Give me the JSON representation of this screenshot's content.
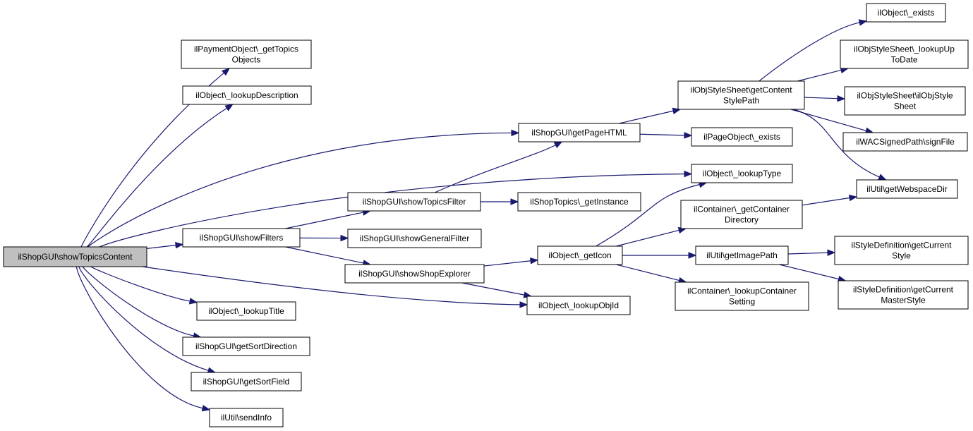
{
  "colors": {
    "edge": "#191970",
    "root_fill": "#bfbfbf",
    "node_fill": "#ffffff",
    "node_border": "#000000"
  },
  "nodes": {
    "n1": {
      "lines": [
        "ilShopGUI\\showTopicsContent"
      ]
    },
    "n2": {
      "lines": [
        "ilPaymentObject\\_getTopics",
        "Objects"
      ]
    },
    "n3": {
      "lines": [
        "ilObject\\_lookupDescription"
      ]
    },
    "n4": {
      "lines": [
        "ilShopGUI\\showFilters"
      ]
    },
    "n5": {
      "lines": [
        "ilObject\\_lookupTitle"
      ]
    },
    "n6": {
      "lines": [
        "ilShopGUI\\getSortDirection"
      ]
    },
    "n7": {
      "lines": [
        "ilShopGUI\\getSortField"
      ]
    },
    "n8": {
      "lines": [
        "ilUtil\\sendInfo"
      ]
    },
    "n9": {
      "lines": [
        "ilShopGUI\\showTopicsFilter"
      ]
    },
    "n10": {
      "lines": [
        "ilShopGUI\\showGeneralFilter"
      ]
    },
    "n11": {
      "lines": [
        "ilShopGUI\\showShopExplorer"
      ]
    },
    "n12": {
      "lines": [
        "ilShopGUI\\getPageHTML"
      ]
    },
    "n13": {
      "lines": [
        "ilShopTopics\\_getInstance"
      ]
    },
    "n14": {
      "lines": [
        "ilObject\\_getIcon"
      ]
    },
    "n15": {
      "lines": [
        "ilObject\\_lookupObjId"
      ]
    },
    "n16": {
      "lines": [
        "ilObjStyleSheet\\getContent",
        "StylePath"
      ]
    },
    "n17": {
      "lines": [
        "ilPageObject\\_exists"
      ]
    },
    "n18": {
      "lines": [
        "ilObject\\_lookupType"
      ]
    },
    "n19": {
      "lines": [
        "ilContainer\\_getContainer",
        "Directory"
      ]
    },
    "n20": {
      "lines": [
        "ilUtil\\getImagePath"
      ]
    },
    "n21": {
      "lines": [
        "ilContainer\\_lookupContainer",
        "Setting"
      ]
    },
    "n22": {
      "lines": [
        "ilObject\\_exists"
      ]
    },
    "n23": {
      "lines": [
        "ilObjStyleSheet\\_lookupUp",
        "ToDate"
      ]
    },
    "n24": {
      "lines": [
        "ilObjStyleSheet\\ilObjStyle",
        "Sheet"
      ]
    },
    "n25": {
      "lines": [
        "ilWACSignedPath\\signFile"
      ]
    },
    "n26": {
      "lines": [
        "ilUtil\\getWebspaceDir"
      ]
    },
    "n27": {
      "lines": [
        "ilStyleDefinition\\getCurrent",
        "Style"
      ]
    },
    "n28": {
      "lines": [
        "ilStyleDefinition\\getCurrent",
        "MasterStyle"
      ]
    }
  },
  "edges": [
    [
      "n1",
      "n2"
    ],
    [
      "n1",
      "n3"
    ],
    [
      "n1",
      "n12"
    ],
    [
      "n1",
      "n18"
    ],
    [
      "n1",
      "n4"
    ],
    [
      "n1",
      "n15"
    ],
    [
      "n1",
      "n5"
    ],
    [
      "n1",
      "n6"
    ],
    [
      "n1",
      "n7"
    ],
    [
      "n1",
      "n8"
    ],
    [
      "n4",
      "n9"
    ],
    [
      "n4",
      "n10"
    ],
    [
      "n4",
      "n11"
    ],
    [
      "n9",
      "n12"
    ],
    [
      "n9",
      "n13"
    ],
    [
      "n11",
      "n14"
    ],
    [
      "n11",
      "n15"
    ],
    [
      "n12",
      "n16"
    ],
    [
      "n12",
      "n17"
    ],
    [
      "n14",
      "n18"
    ],
    [
      "n14",
      "n19"
    ],
    [
      "n14",
      "n20"
    ],
    [
      "n14",
      "n21"
    ],
    [
      "n16",
      "n22"
    ],
    [
      "n16",
      "n23"
    ],
    [
      "n16",
      "n24"
    ],
    [
      "n16",
      "n25"
    ],
    [
      "n16",
      "n26"
    ],
    [
      "n19",
      "n26"
    ],
    [
      "n20",
      "n27"
    ],
    [
      "n20",
      "n28"
    ]
  ]
}
